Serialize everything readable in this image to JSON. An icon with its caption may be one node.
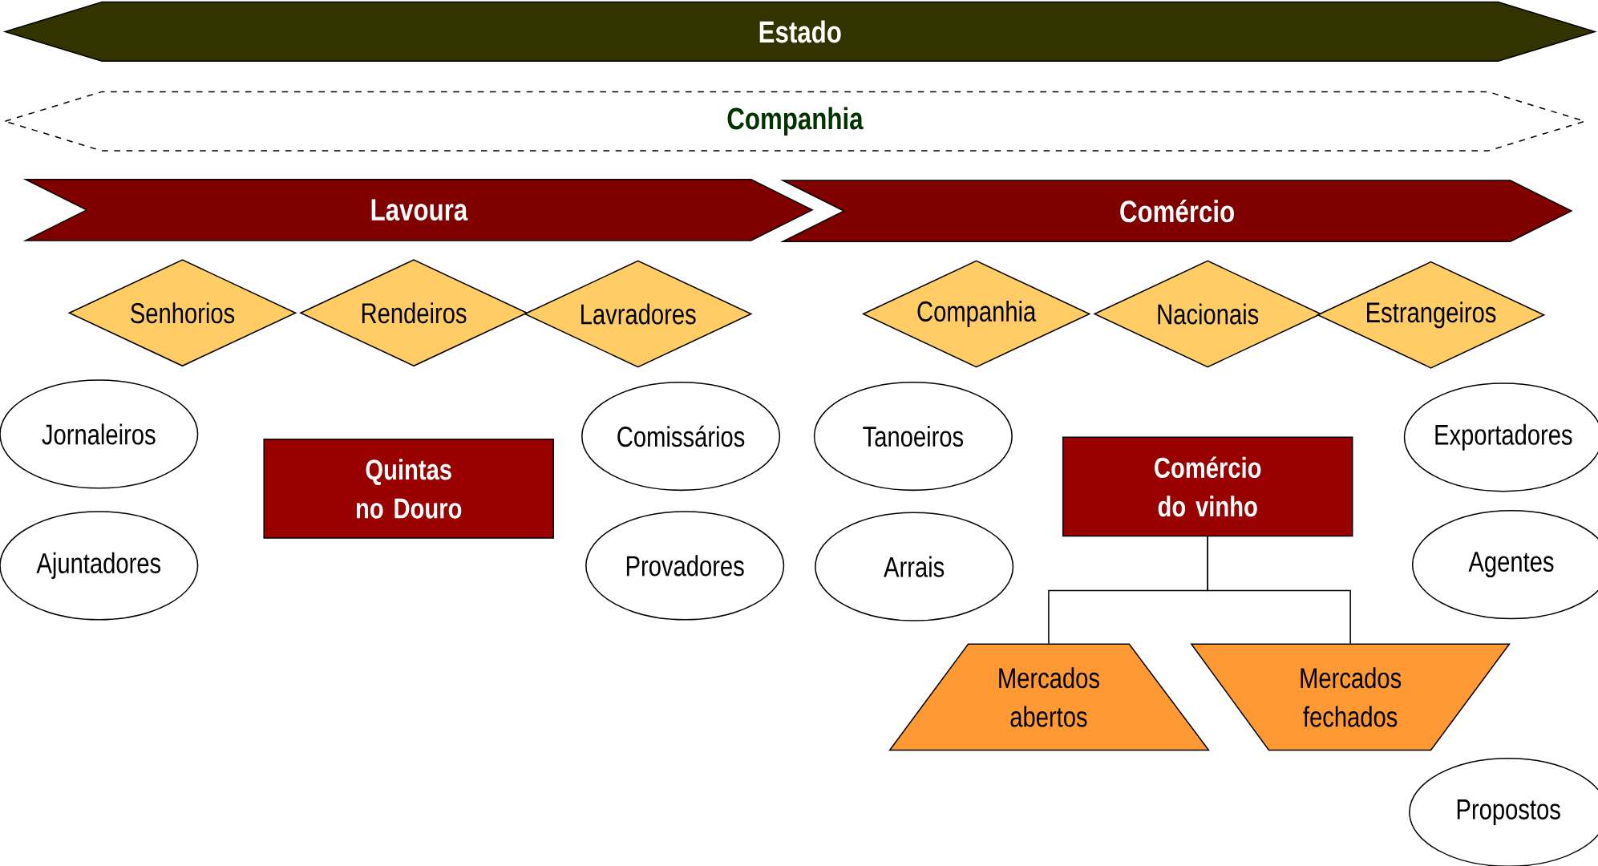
{
  "diagram": {
    "nodes": [
      {
        "text": [
          "Estado"
        ]
      },
      {
        "text": [
          "Companhia"
        ]
      },
      {
        "text": [
          "Lavoura"
        ]
      },
      {
        "text": [
          "Comércio"
        ]
      },
      {
        "text": [
          "Senhorios"
        ]
      },
      {
        "text": [
          "Rendeiros"
        ]
      },
      {
        "text": [
          "Lavradores"
        ]
      },
      {
        "text": [
          "Companhia"
        ]
      },
      {
        "text": [
          "Nacionais"
        ]
      },
      {
        "text": [
          "Estrangeiros"
        ]
      },
      {
        "text": [
          "Jornaleiros"
        ]
      },
      {
        "text": [
          "Ajuntadores"
        ]
      },
      {
        "text": [
          "Quintas no Douro"
        ]
      },
      {
        "text": [
          "Comissários"
        ]
      },
      {
        "text": [
          "Provadores"
        ]
      },
      {
        "text": [
          "Tanoeiros"
        ]
      },
      {
        "text": [
          "Arrais"
        ]
      },
      {
        "text": [
          "Comércio do vinho"
        ]
      },
      {
        "text": [
          "Exportadores"
        ]
      },
      {
        "text": [
          "Agentes"
        ]
      },
      {
        "text": [
          "Mercados abertos"
        ]
      },
      {
        "text": [
          "Mercados fechados"
        ]
      },
      {
        "text": [
          "Propostos"
        ]
      }
    ],
    "edges": [
      {
        "from": 17,
        "to": 20,
        "arrow": "none"
      },
      {
        "from": 17,
        "to": 21,
        "arrow": "none"
      }
    ]
  }
}
